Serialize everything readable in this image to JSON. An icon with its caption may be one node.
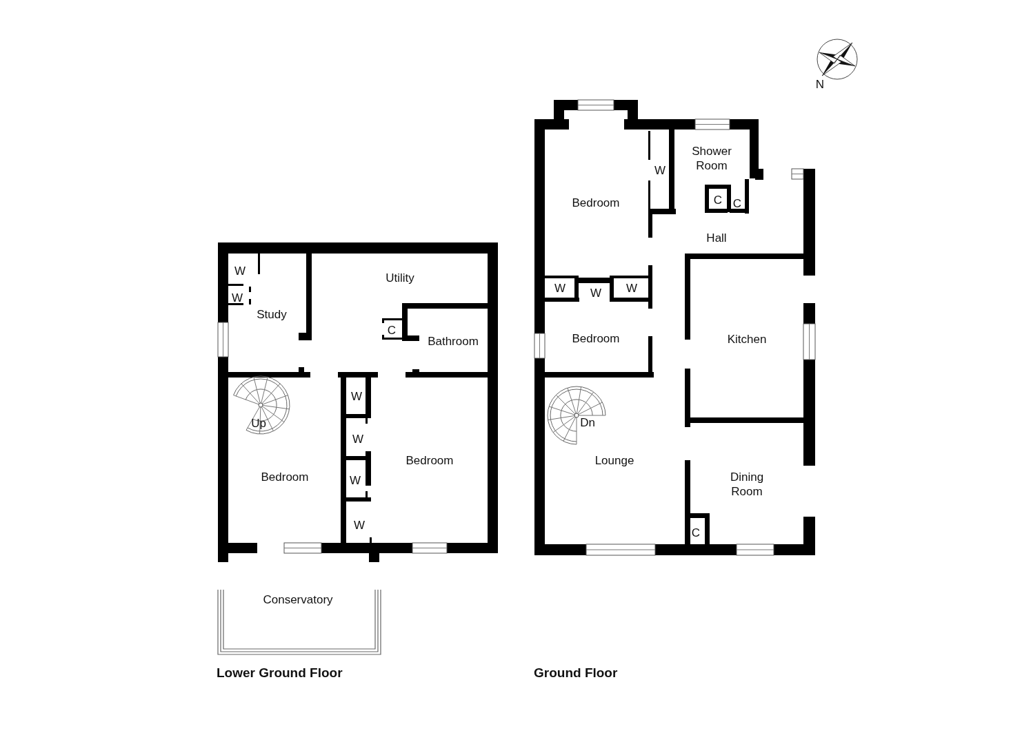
{
  "diagram": {
    "labels": [
      "N",
      "W",
      "W",
      "Study",
      "Utility",
      "C",
      "Bathroom",
      "Up",
      "W",
      "W",
      "Bedroom",
      "W",
      "Bedroom",
      "W",
      "Conservatory",
      "Lower Ground Floor",
      "Shower Room",
      "W",
      "Bedroom",
      "C",
      "C",
      "Hall",
      "W",
      "W",
      "W",
      "Bedroom",
      "Kitchen",
      "Dn",
      "Lounge",
      "Dining Room",
      "C",
      "Ground Floor"
    ]
  }
}
